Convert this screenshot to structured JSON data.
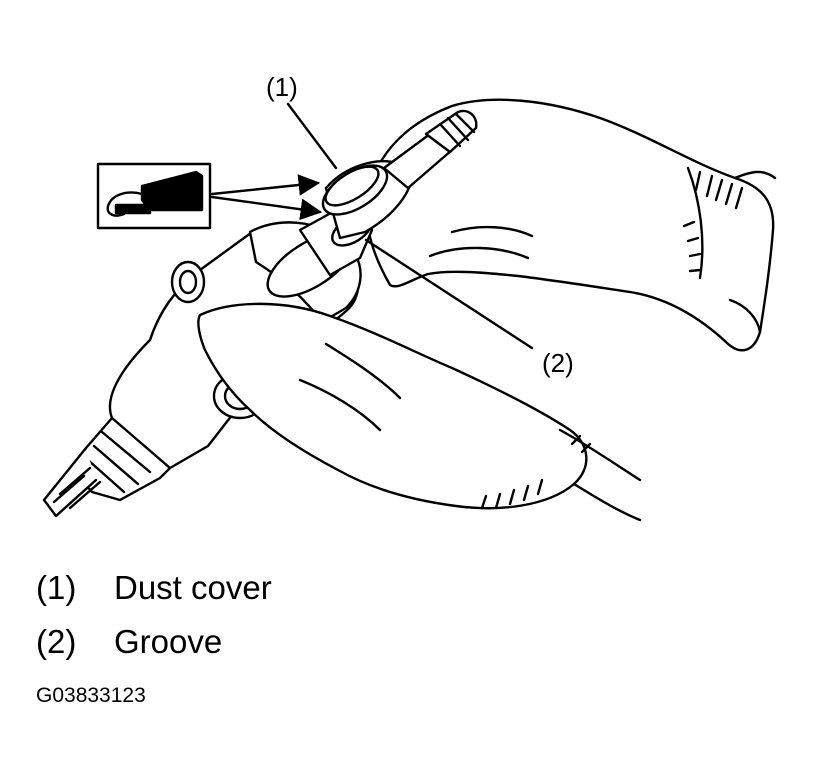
{
  "callouts": [
    {
      "marker": "(1)"
    },
    {
      "marker": "(2)"
    }
  ],
  "legend": [
    {
      "marker": "(1)",
      "text": "Dust cover"
    },
    {
      "marker": "(2)",
      "text": "Groove"
    }
  ],
  "figure_id": "G03833123",
  "icons": [
    "grease-gun-icon"
  ],
  "colors": {
    "ink": "#000000",
    "paper": "#ffffff"
  }
}
